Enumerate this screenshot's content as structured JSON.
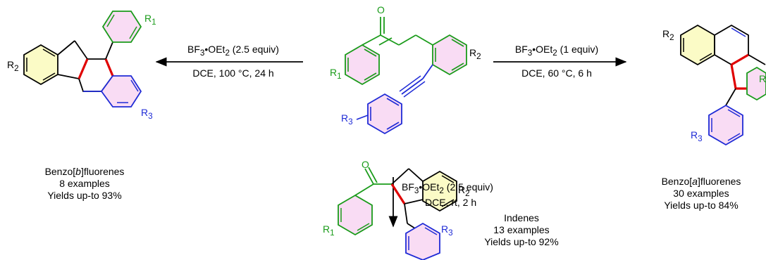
{
  "colors": {
    "reactant_green": "#1a9b1a",
    "alkyne_blue": "#1f2bd6",
    "new_bond_red": "#e00000",
    "ring_yellow": "#fbfbc6",
    "ring_pink": "#f9dcf4",
    "ink": "#000000"
  },
  "substituents": {
    "r1": "R",
    "r1_sub": "1",
    "r2": "R",
    "r2_sub": "2",
    "r3": "R",
    "r3_sub": "3",
    "oxygen": "O"
  },
  "reactions": {
    "left": {
      "reagent": "BF",
      "reagent_sub": "3",
      "reagent_mid": "•OEt",
      "reagent_sub2": "2",
      "reagent_tail": " (2.5 equiv)",
      "conditions": "DCE, 100 °C, 24 h"
    },
    "right": {
      "reagent": "BF",
      "reagent_sub": "3",
      "reagent_mid": "•OEt",
      "reagent_sub2": "2",
      "reagent_tail": " (1 equiv)",
      "conditions": "DCE, 60 °C, 6 h"
    },
    "down": {
      "reagent": "BF",
      "reagent_sub": "3",
      "reagent_mid": "•OEt",
      "reagent_sub2": "2",
      "reagent_tail": " (2.5 equiv)",
      "conditions": "DCE, rt, 2 h"
    }
  },
  "products": {
    "benzo_b": {
      "name_pre": "Benzo[",
      "name_italic": "b",
      "name_post": "]fluorenes",
      "examples": "8 examples",
      "yields": "Yields up-to 93%"
    },
    "benzo_a": {
      "name_pre": "Benzo[",
      "name_italic": "a",
      "name_post": "]fluorenes",
      "examples": "30 examples",
      "yields": "Yields up-to 84%"
    },
    "indenes": {
      "name": "Indenes",
      "examples": "13 examples",
      "yields": "Yields up-to 92%"
    }
  }
}
